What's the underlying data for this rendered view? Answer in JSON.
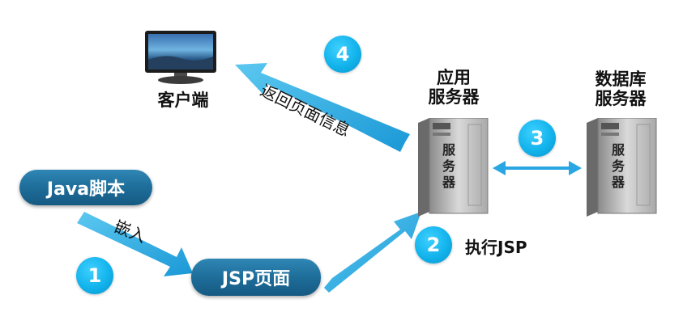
{
  "client": {
    "label": "客户端"
  },
  "app_server": {
    "label_line1": "应用",
    "label_line2": "服务器",
    "tower_text": [
      "服",
      "务",
      "器"
    ]
  },
  "db_server": {
    "label_line1": "数据库",
    "label_line2": "服务器",
    "tower_text": [
      "服",
      "务",
      "器"
    ]
  },
  "java_script_pill": {
    "label": "Java脚本"
  },
  "jsp_page_pill": {
    "label": "JSP页面"
  },
  "embed_caption": {
    "label": "嵌入"
  },
  "return_caption": {
    "label": "返回页面信息"
  },
  "execute_caption": {
    "label": "执行JSP"
  },
  "steps": [
    "1",
    "2",
    "3",
    "4"
  ],
  "colors": {
    "arrow": "#1aa6e0",
    "badge": "#12b3ec",
    "pill": "#1d6b97"
  }
}
